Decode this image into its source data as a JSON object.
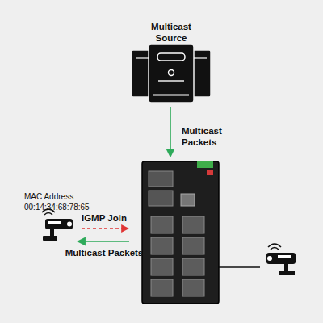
{
  "diagram": {
    "nodes": [
      {
        "text": [
          "Multicast Source"
        ]
      },
      {
        "text": [
          "MAC Address 00:14:34:68:78:65"
        ]
      }
    ],
    "labels": [
      "Multicast Packets",
      "IGMP Join",
      "Multicast Packets"
    ]
  }
}
